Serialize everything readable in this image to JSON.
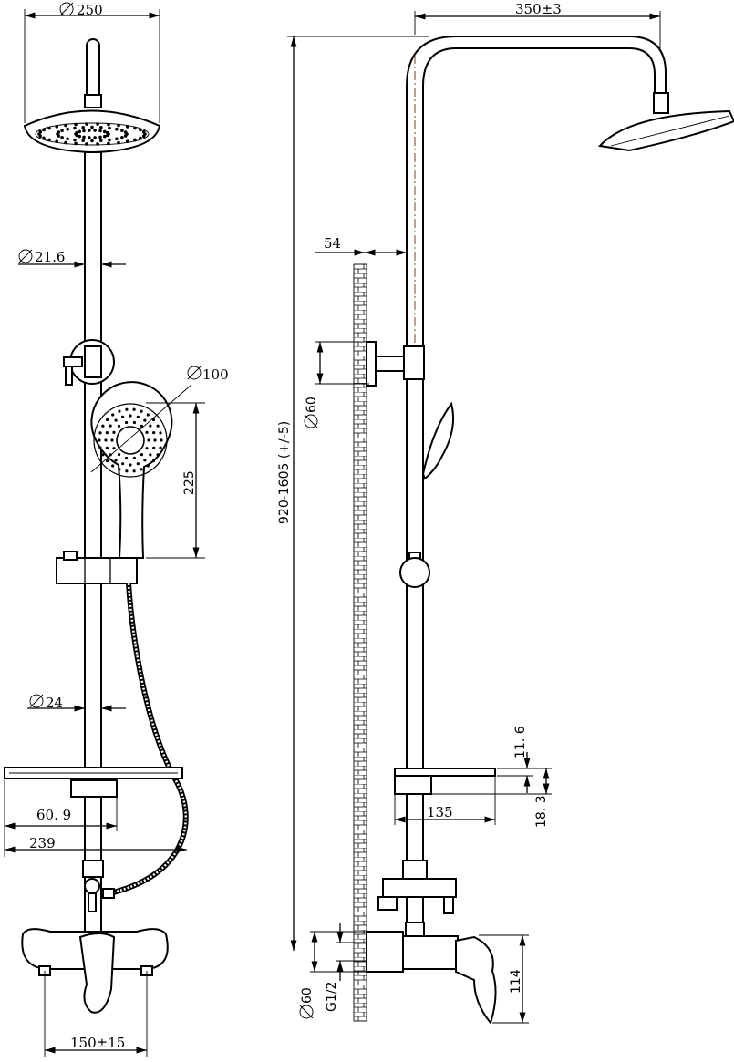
{
  "front_view": {
    "head_diameter": "250",
    "pipe_diameter_upper": "21.6",
    "hand_shower_diameter": "100",
    "hand_shower_length": "225",
    "pipe_diameter_lower": "24",
    "shelf_offset": "60. 9",
    "shelf_width": "239",
    "mixer_spacing": "150±15"
  },
  "side_view": {
    "arm_reach": "350±3",
    "wall_offset": "54",
    "bracket_diameter": "60",
    "height_range": "920-1605 (+/-5)",
    "shelf_thickness": "11. 6",
    "shelf_height": "18. 3",
    "shelf_depth": "135",
    "flange_diameter": "60",
    "thread": "G1/2",
    "mixer_height": "114"
  }
}
